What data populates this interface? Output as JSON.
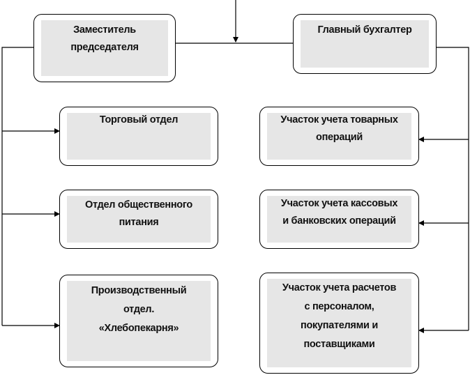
{
  "boxes": {
    "deputy": {
      "lines": [
        "Заместитель",
        "председателя"
      ]
    },
    "chief_accountant": {
      "lines": [
        "Главный бухгалтер"
      ]
    },
    "trade": {
      "lines": [
        "Торговый отдел"
      ]
    },
    "catering": {
      "lines": [
        "Отдел общественного",
        "питания"
      ]
    },
    "production": {
      "lines": [
        "Производственный",
        "отдел.",
        "«Хлебопекарня»"
      ]
    },
    "goods": {
      "lines": [
        "Участок учета товарных",
        "операций"
      ]
    },
    "cash": {
      "lines": [
        "Участок учета кассовых",
        "и банковских операций"
      ]
    },
    "settlements": {
      "lines": [
        "Участок учета расчетов",
        "с  персоналом,",
        "покупателями и",
        "поставщиками"
      ]
    }
  }
}
